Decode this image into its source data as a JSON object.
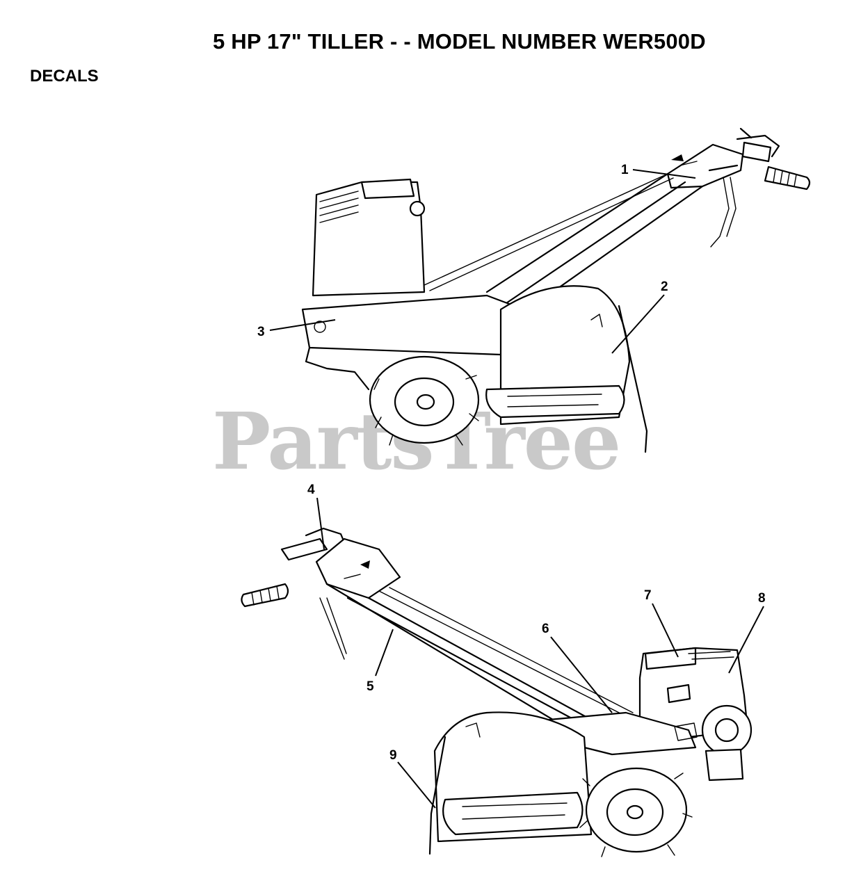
{
  "header": {
    "title": "5 HP 17\" TILLER - - MODEL NUMBER WER500D",
    "section": "DECALS"
  },
  "watermark": "PartsTree",
  "callouts": [
    {
      "id": "1",
      "label": "1"
    },
    {
      "id": "2",
      "label": "2"
    },
    {
      "id": "3",
      "label": "3"
    },
    {
      "id": "4",
      "label": "4"
    },
    {
      "id": "5",
      "label": "5"
    },
    {
      "id": "6",
      "label": "6"
    },
    {
      "id": "7",
      "label": "7"
    },
    {
      "id": "8",
      "label": "8"
    },
    {
      "id": "9",
      "label": "9"
    }
  ],
  "illustrations": {
    "upper": "tiller-right-side-icon",
    "lower": "tiller-left-side-icon"
  }
}
